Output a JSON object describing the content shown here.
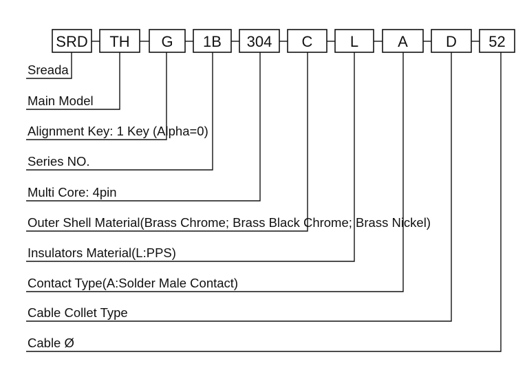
{
  "part_number": {
    "segments": [
      "SRD",
      "TH",
      "G",
      "1B",
      "304",
      "C",
      "L",
      "A",
      "D",
      "52"
    ]
  },
  "descriptions": [
    "Sreada",
    "Main Model",
    "Alignment Key: 1 Key (Alpha=0)",
    "Series NO.",
    "Multi Core: 4pin",
    "Outer Shell Material(Brass Chrome; Brass Black Chrome; Brass Nickel)",
    "Insulators Material(L:PPS)",
    "Contact Type(A:Solder Male Contact)",
    "Cable Collet Type",
    "Cable Ø"
  ]
}
